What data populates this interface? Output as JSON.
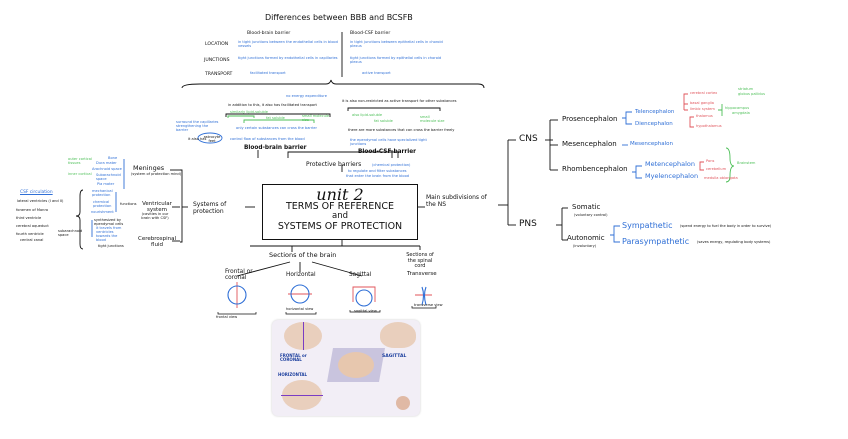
{
  "title": "Differences between BBB and BCSFB",
  "comparison_table": {
    "columns": [
      "Blood-brain barrier",
      "Blood-CSF barrier"
    ],
    "rows": [
      {
        "label": "LOCATION",
        "bbb": "in tight junctions between the endothelial cells in blood vessels",
        "bcsfb": "in tight junctions between epithelial cells in choroid plexus"
      },
      {
        "label": "JUNCTIONS",
        "bbb": "tight junctions formed by endothelial cells in capillaries",
        "bcsfb": "tight junctions formed by epithelial cells in choroid plexus"
      },
      {
        "label": "TRANSPORT",
        "bbb": "facilitated transport",
        "bcsfb": "active transport"
      }
    ]
  },
  "bbb_section": {
    "energy_note": "no energy expenditure",
    "addition_note": "in addition to this, it also has facilitated transport",
    "green_1": "similarly lipid-soluble",
    "green_2": "fat soluble",
    "green_3": "small molecule size",
    "blue_1": "only certain substances can cross the barrier",
    "blue_2": "control flow of substances from the blood",
    "left_note": "surround the capillaries strengthening the barrier",
    "also_has": "it also has",
    "circled": "astrocyte feet",
    "label": "Blood-brain barrier"
  },
  "bcsfb_section": {
    "note": "it is also non-restricted as active transport for other substances",
    "green_1": "also lipid-soluble",
    "green_2": "fat soluble",
    "green_3": "small molecule size",
    "black_1": "there are more substances that can cross the barrier freely",
    "blue_1": "the ependymal cells have specialized tight junctions",
    "label": "Blood-CSF barrier"
  },
  "protective_barriers": {
    "label": "Protective barriers",
    "note_1": "(chemical protection)",
    "note_2": "to regulate and filter substances",
    "note_3": "that enter the brain from the blood"
  },
  "center": {
    "unit": "unit 2",
    "line1": "TERMS OF REFERENCE",
    "line2": "and",
    "line3": "SYSTEMS OF PROTECTION"
  },
  "systems_of_protection": {
    "label": "Systems of protection",
    "meninges": {
      "label": "Meninges",
      "sub": "(system of protection mind)",
      "items": [
        "Bone",
        "Dura mater",
        "Arachnoid space",
        "Subarachnoid space",
        "Pia mater"
      ],
      "green": [
        "outer cortical tissues",
        "inner cortical"
      ]
    },
    "ventricular": {
      "label": "Ventricular system",
      "sub": "(cavities in our brain with CSF)",
      "functions_label": "functions",
      "items": [
        "mechanical protection",
        "chemical protection",
        "nourishment"
      ]
    },
    "csf": {
      "label": "Cerebrospinal fluid",
      "items": [
        "synthesized by ependymal cells",
        "it travels from ventricles towards the blood",
        "tight junctions"
      ]
    },
    "csf_circulation": {
      "label": "CSF circulation",
      "steps": [
        "lateral ventricles (I and II)",
        "foramen of Monro",
        "third ventricle",
        "cerebral aqueduct",
        "fourth ventricle",
        "central canal"
      ],
      "side_note": "subarachnoid space"
    }
  },
  "ns_subdivisions": {
    "label": "Main subdivisions of the NS",
    "cns": {
      "label": "CNS",
      "branches": [
        {
          "label": "Prosencephalon",
          "children": [
            {
              "label": "Telencephalon",
              "parts": [
                "cerebral cortex",
                "basal ganglia",
                "limbic system"
              ],
              "sub": [
                "striatum",
                "globus pallidus",
                "hippocampus",
                "amygdala"
              ]
            },
            {
              "label": "Diencephalon",
              "parts": [
                "thalamus",
                "hypothalamus"
              ]
            }
          ]
        },
        {
          "label": "Mesencephalon",
          "children": [
            {
              "label": "Mesencephalon"
            }
          ]
        },
        {
          "label": "Rhombencephalon",
          "children": [
            {
              "label": "Metencephalon",
              "parts": [
                "Pons",
                "cerebellum"
              ]
            },
            {
              "label": "Myelencephalon",
              "parts": [
                "medulla oblongata"
              ]
            }
          ],
          "group_label": "Brainstem"
        }
      ]
    },
    "pns": {
      "label": "PNS",
      "branches": [
        {
          "label": "Somatic",
          "sub": "(voluntary control)"
        },
        {
          "label": "Autonomic",
          "sub": "(involuntary)",
          "children": [
            {
              "label": "Sympathetic",
              "note": "(spend energy to fuel the body in order to survive)"
            },
            {
              "label": "Parasympathetic",
              "note": "(saves energy, regulating body systems)"
            }
          ]
        }
      ]
    }
  },
  "sections_of_brain": {
    "label": "Sections of the brain",
    "items": [
      {
        "label": "Frontal or coronal",
        "view": "frontal view"
      },
      {
        "label": "Horizontal",
        "view": "horizontal view"
      },
      {
        "label": "Sagittal",
        "view": "sagittal view"
      }
    ]
  },
  "sections_spinal": {
    "label": "Sections of the spinal cord",
    "item": "Transverse",
    "view": "transverse view"
  },
  "photo_labels": {
    "frontal": "FRONTAL or CORONAL",
    "sagittal": "SAGITTAL",
    "horizontal": "HORIZONTAL"
  },
  "colors": {
    "blue": "#2f6fd6",
    "green": "#4cbf57",
    "red": "#e0535a",
    "ink": "#111111"
  }
}
